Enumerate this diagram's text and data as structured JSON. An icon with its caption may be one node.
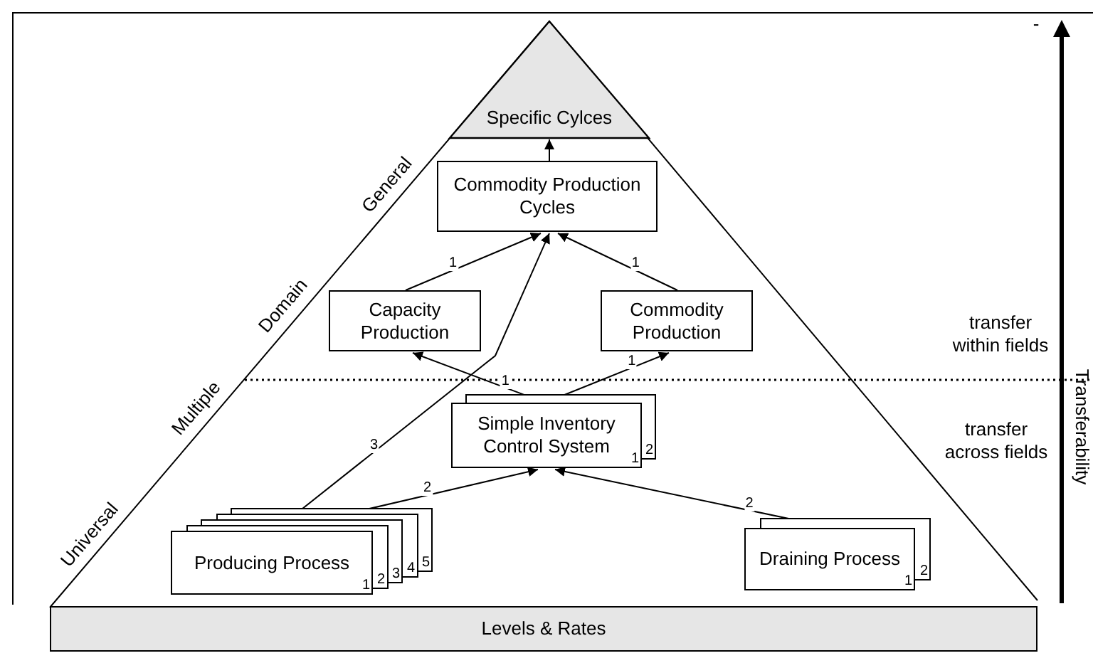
{
  "diagram": {
    "nodes": [
      {
        "text": [
          "Specific Cylces"
        ]
      },
      {
        "text": [
          "Commodity Production Cycles"
        ]
      },
      {
        "text": [
          "Capacity Production"
        ]
      },
      {
        "text": [
          "Commodity Production"
        ]
      },
      {
        "text": [
          "Simple Inventory Control System",
          "1",
          "2"
        ]
      },
      {
        "text": [
          "Producing Process",
          "1",
          "2",
          "3",
          "4",
          "5"
        ]
      },
      {
        "text": [
          "Draining Process",
          "1",
          "2"
        ]
      },
      {
        "text": [
          "Levels & Rates"
        ]
      }
    ],
    "edges": [
      {
        "from": 1,
        "to": 0,
        "arrow": "to"
      },
      {
        "from": 2,
        "to": 1,
        "arrow": "to",
        "label": "1"
      },
      {
        "from": 3,
        "to": 1,
        "arrow": "to",
        "label": "1"
      },
      {
        "from": 4,
        "to": 2,
        "arrow": "to",
        "label": "1"
      },
      {
        "from": 4,
        "to": 3,
        "arrow": "to",
        "label": "1"
      },
      {
        "from": 5,
        "to": 1,
        "arrow": "to",
        "label": "3"
      },
      {
        "from": 5,
        "to": 4,
        "arrow": "to",
        "label": "2"
      },
      {
        "from": 6,
        "to": 4,
        "arrow": "to",
        "label": "2"
      }
    ],
    "labels": [
      "-",
      "General",
      "Domain",
      "transfer within fields",
      "Multiple",
      "transfer across fields",
      "Universal",
      "Transferability"
    ]
  }
}
